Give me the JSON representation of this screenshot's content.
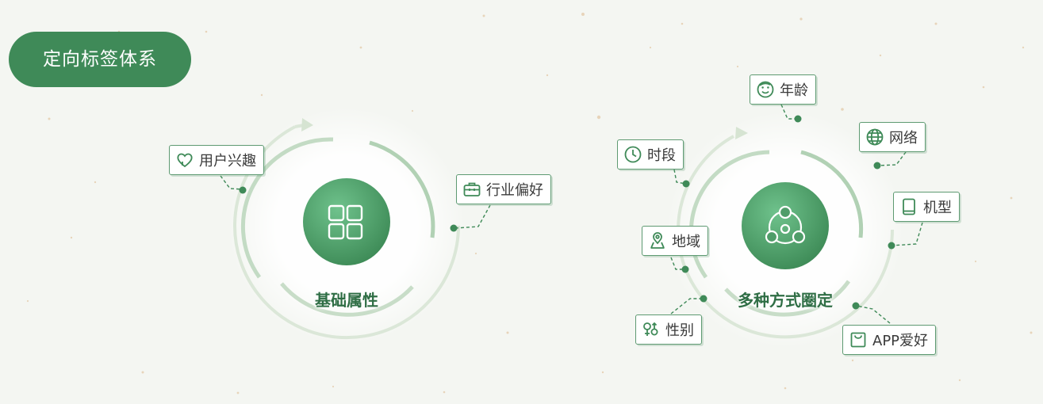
{
  "header": {
    "title": "定向标签体系"
  },
  "hubs": [
    {
      "caption": "基础属性",
      "icon": "grid-icon",
      "labels": [
        {
          "text": "用户兴趣",
          "icon": "heart-icon"
        },
        {
          "text": "行业偏好",
          "icon": "briefcase-icon"
        }
      ]
    },
    {
      "caption": "多种方式圈定",
      "icon": "share-circle-icon",
      "labels": [
        {
          "text": "时段",
          "icon": "clock-icon"
        },
        {
          "text": "年龄",
          "icon": "face-icon"
        },
        {
          "text": "网络",
          "icon": "globe-icon"
        },
        {
          "text": "机型",
          "icon": "phone-icon"
        },
        {
          "text": "地域",
          "icon": "location-pin-icon"
        },
        {
          "text": "性别",
          "icon": "gender-icon"
        },
        {
          "text": "APP爱好",
          "icon": "shopping-bag-icon"
        }
      ]
    }
  ],
  "colors": {
    "accent": "#3f8a58",
    "hub": "#4a9a66",
    "ring": "#cfe1cf",
    "ring_dark": "#a6c9a9"
  }
}
